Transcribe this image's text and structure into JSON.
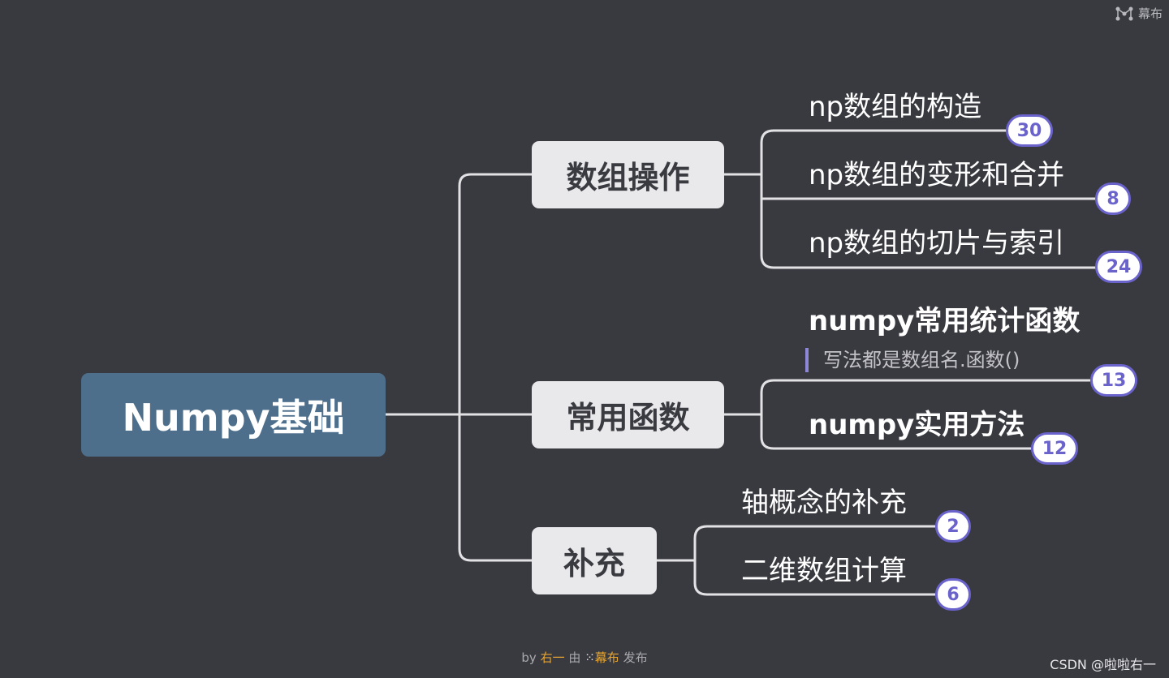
{
  "brand": {
    "name": "幕布",
    "icon": "mubu-logo-icon"
  },
  "root": {
    "label": "Numpy基础"
  },
  "branches": [
    {
      "label": "数组操作",
      "children": [
        {
          "label": "np数组的构造",
          "count": "30"
        },
        {
          "label": "np数组的变形和合并",
          "count": "8"
        },
        {
          "label": "np数组的切片与索引",
          "count": "24"
        }
      ]
    },
    {
      "label": "常用函数",
      "children": [
        {
          "label": "numpy常用统计函数",
          "note": "写法都是数组名.函数()",
          "count": "13"
        },
        {
          "label": "numpy实用方法",
          "count": "12"
        }
      ]
    },
    {
      "label": "补充",
      "children": [
        {
          "label": "轴概念的补充",
          "count": "2"
        },
        {
          "label": "二维数组计算",
          "count": "6"
        }
      ]
    }
  ],
  "footer": {
    "by": "by",
    "author": "右一",
    "mid": "由",
    "brand": "幕布",
    "published": "发布"
  },
  "watermark": "CSDN @啦啦右一",
  "colors": {
    "background": "#393a40",
    "root": "#4e6f8c",
    "branch": "#e9e9eb",
    "line": "#e2e2e4",
    "badge_border": "#6b63cc"
  }
}
